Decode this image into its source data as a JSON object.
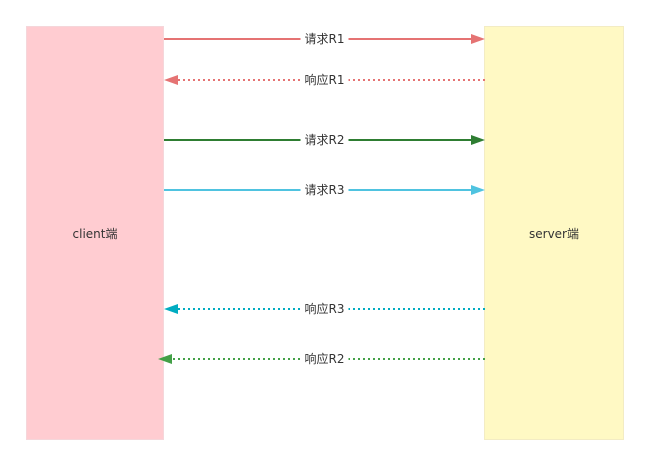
{
  "client": {
    "label": "client端",
    "fill": "#ffccd1"
  },
  "server": {
    "label": "server端",
    "fill": "#fff9c4"
  },
  "messages": [
    {
      "label": "请求R1",
      "direction": "to-server",
      "line_style": "solid",
      "color": "#e57373"
    },
    {
      "label": "响应R1",
      "direction": "to-client",
      "line_style": "dotted",
      "color": "#e57373"
    },
    {
      "label": "请求R2",
      "direction": "to-server",
      "line_style": "solid",
      "color": "#2e7d32"
    },
    {
      "label": "请求R3",
      "direction": "to-server",
      "line_style": "solid",
      "color": "#4fc3e0"
    },
    {
      "label": "响应R3",
      "direction": "to-client",
      "line_style": "dotted",
      "color": "#00acc1"
    },
    {
      "label": "响应R2",
      "direction": "to-client",
      "line_style": "dotted",
      "color": "#43a047"
    }
  ]
}
